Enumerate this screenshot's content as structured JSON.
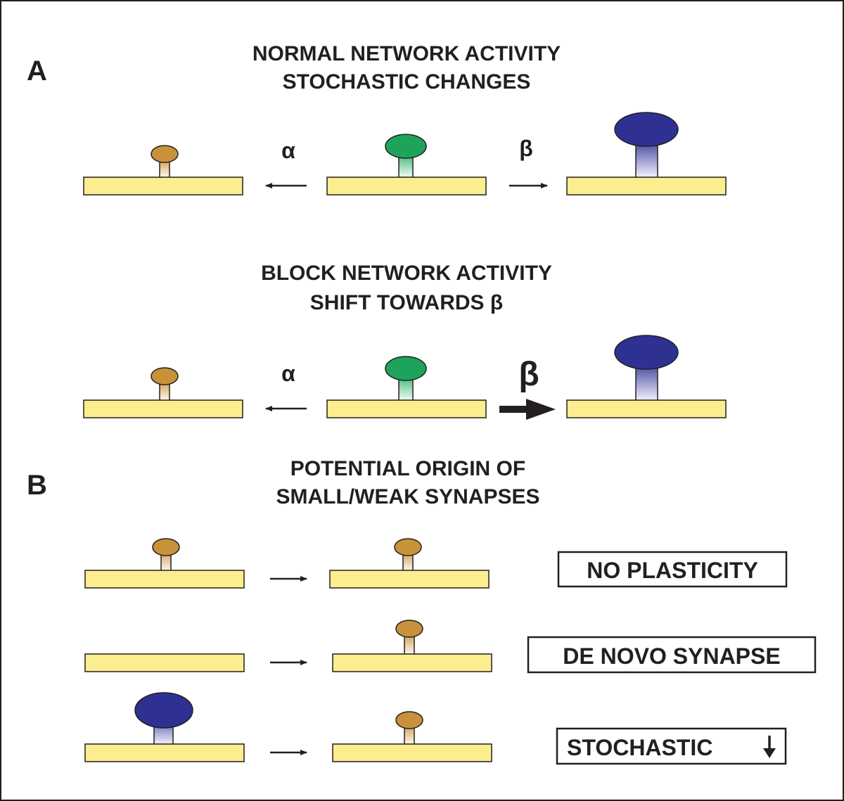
{
  "panel_a": {
    "letter": "A",
    "section1": {
      "title_line1": "NORMAL NETWORK ACTIVITY",
      "title_line2": "STOCHASTIC CHANGES",
      "alpha_label": "α",
      "beta_label": "β"
    },
    "section2": {
      "title_line1": "BLOCK NETWORK ACTIVITY",
      "title_line2": "SHIFT TOWARDS β",
      "alpha_label": "α",
      "beta_label": "β"
    }
  },
  "panel_b": {
    "letter": "B",
    "title_line1": "POTENTIAL ORIGIN OF",
    "title_line2": "SMALL/WEAK SYNAPSES",
    "rows": [
      {
        "label": "NO PLASTICITY",
        "before": "small",
        "after": "small"
      },
      {
        "label": "DE NOVO SYNAPSE",
        "before": "none",
        "after": "small"
      },
      {
        "label": "STOCHASTIC",
        "before": "large",
        "after": "small",
        "label_icon": "down-arrow-icon"
      }
    ]
  },
  "colors": {
    "dendrite": "#fcee8f",
    "small_spine": "#c9923a",
    "medium_spine": "#1ea45a",
    "large_spine": "#2e3192",
    "text": "#231f20"
  }
}
